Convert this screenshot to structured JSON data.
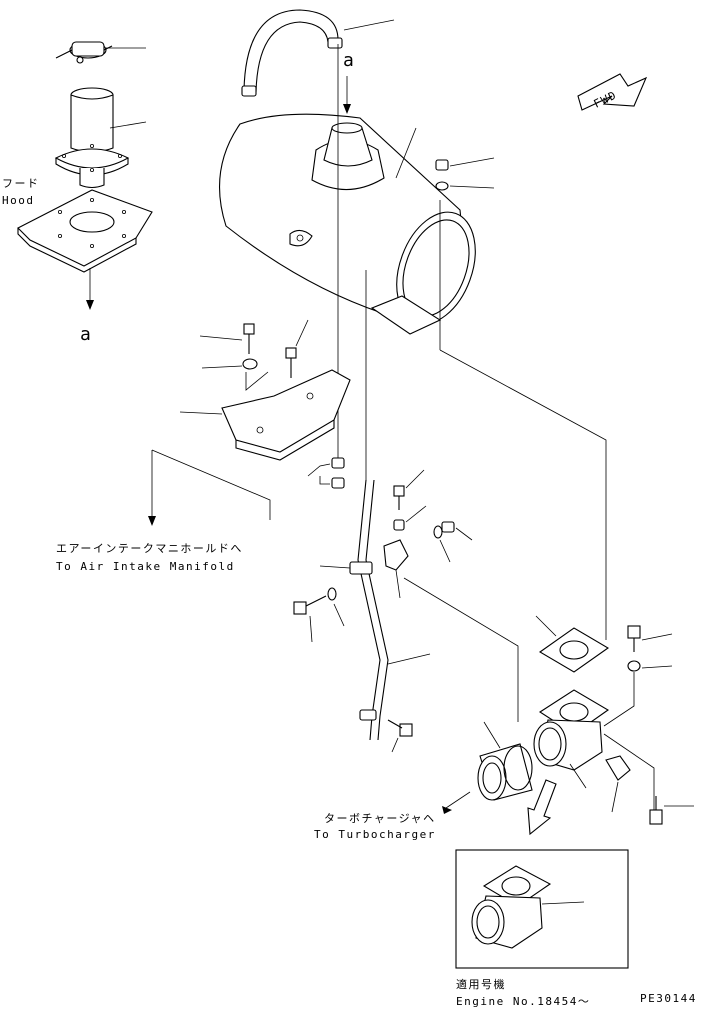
{
  "labels": {
    "hood_jp": "フード",
    "hood_en": "Hood",
    "ref_top": "a",
    "ref_left": "a",
    "air_intake_jp": "エアーインテークマニホールドへ",
    "air_intake_en": "To Air Intake Manifold",
    "turbo_jp": "ターボチャージャヘ",
    "turbo_en": "To Turbocharger",
    "fwd": "FWD",
    "applicable_jp": "適用号機",
    "engine_no": "Engine No.18454～",
    "drawing_code": "PE30144"
  }
}
